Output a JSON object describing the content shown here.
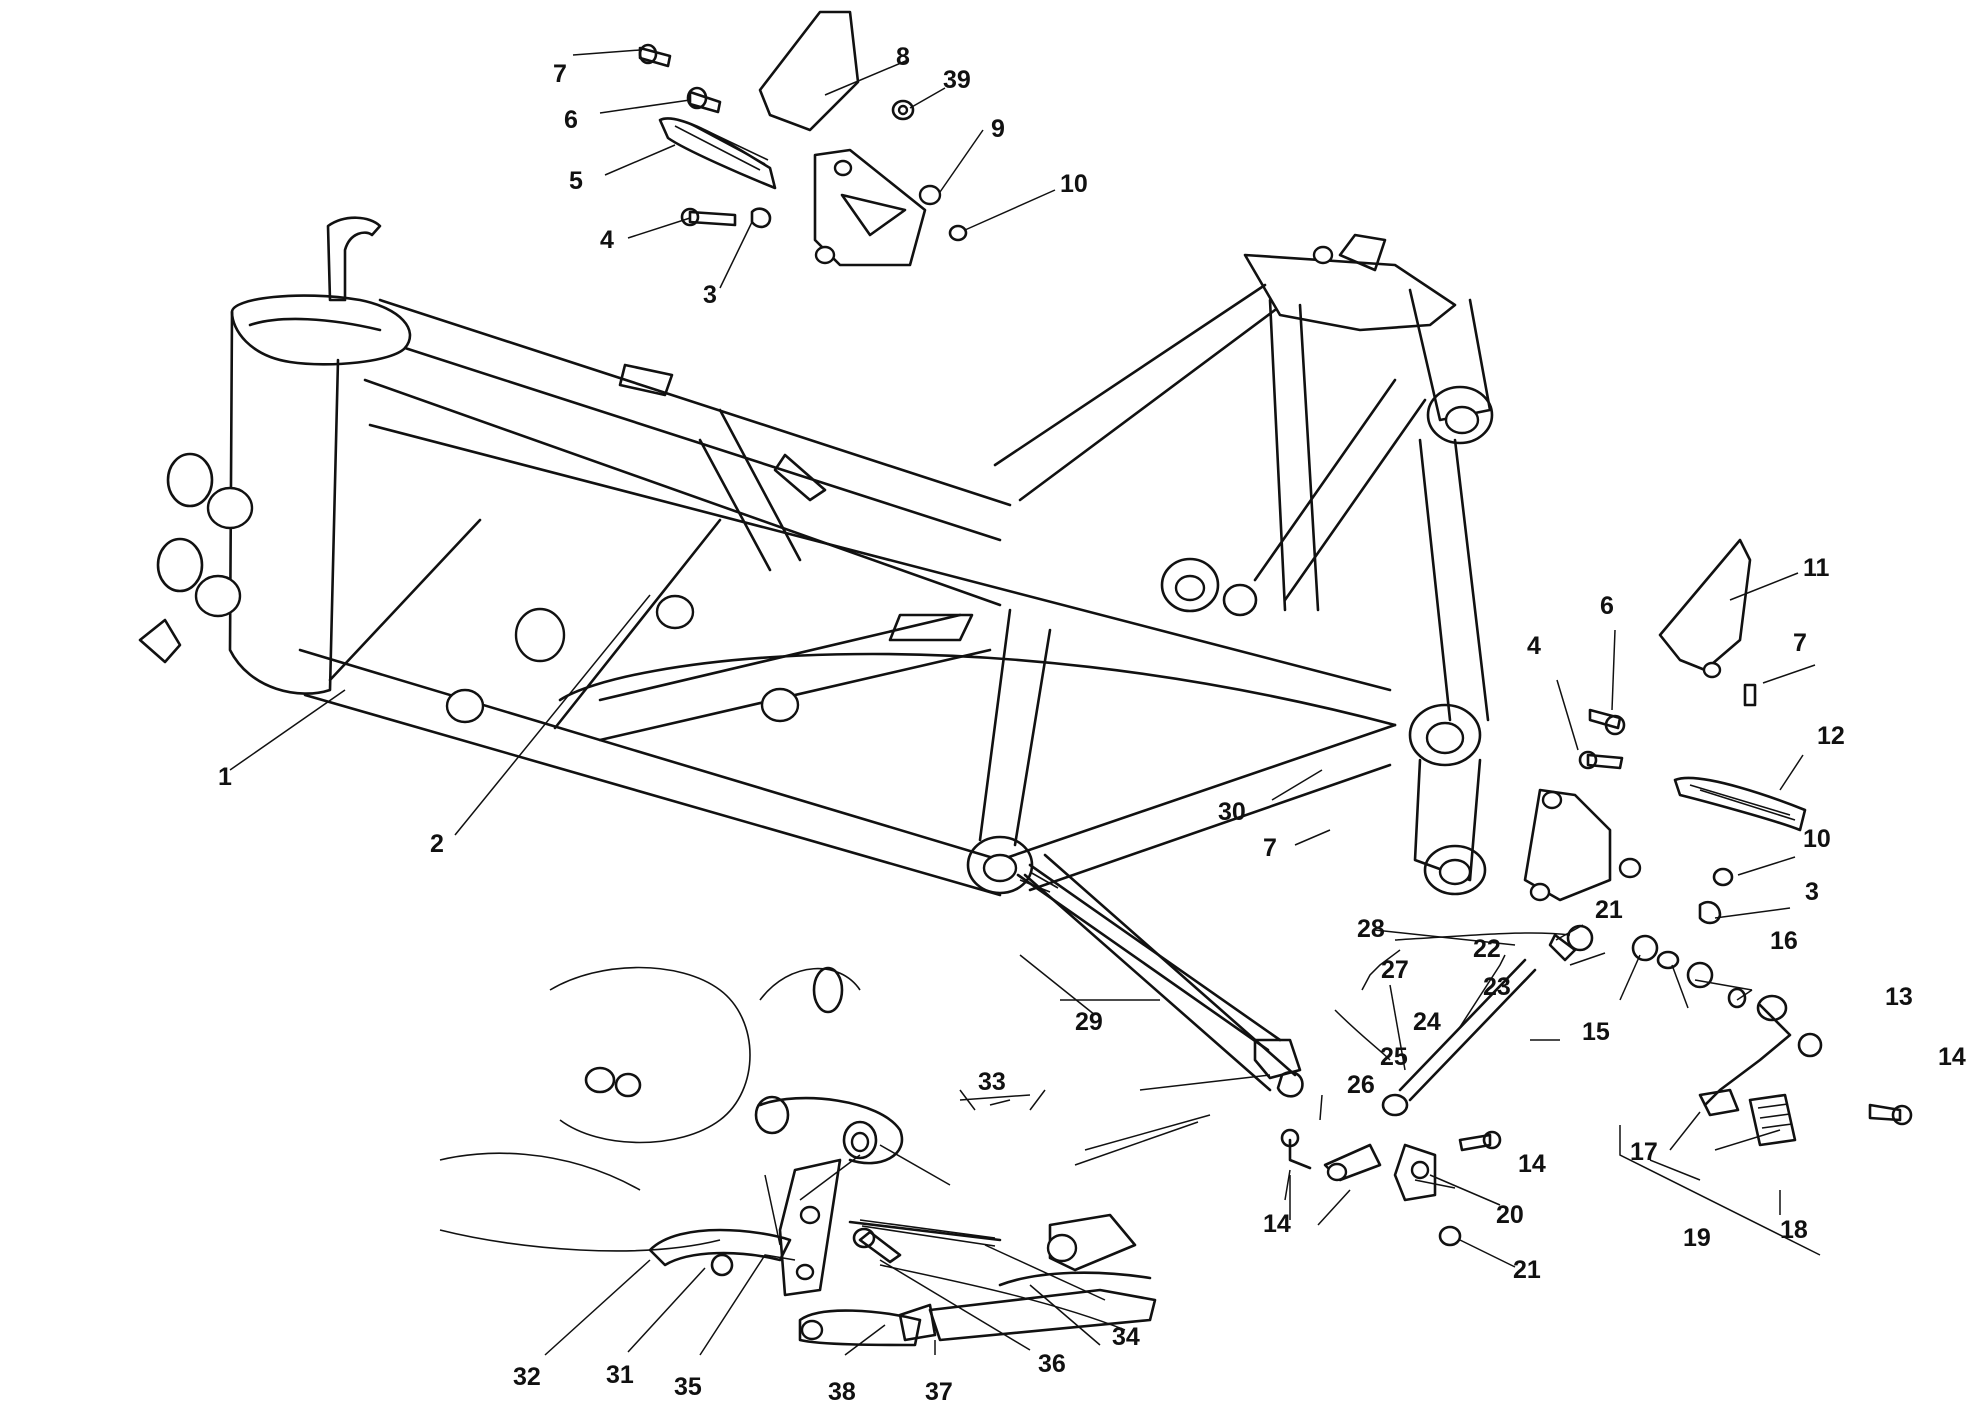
{
  "diagram": {
    "callouts": [
      {
        "id": "1-left",
        "label": "1"
      },
      {
        "id": "2",
        "label": "2"
      },
      {
        "id": "3-top",
        "label": "3"
      },
      {
        "id": "4-top",
        "label": "4"
      },
      {
        "id": "5",
        "label": "5"
      },
      {
        "id": "6-top",
        "label": "6"
      },
      {
        "id": "7-top",
        "label": "7"
      },
      {
        "id": "8",
        "label": "8"
      },
      {
        "id": "39",
        "label": "39"
      },
      {
        "id": "9",
        "label": "9"
      },
      {
        "id": "10-top",
        "label": "10"
      },
      {
        "id": "11",
        "label": "11"
      },
      {
        "id": "7-right",
        "label": "7"
      },
      {
        "id": "6-right",
        "label": "6"
      },
      {
        "id": "4-right",
        "label": "4"
      },
      {
        "id": "12",
        "label": "12"
      },
      {
        "id": "10-right",
        "label": "10"
      },
      {
        "id": "3-right",
        "label": "3"
      },
      {
        "id": "30",
        "label": "30"
      },
      {
        "id": "7-mid",
        "label": "7"
      },
      {
        "id": "28",
        "label": "28"
      },
      {
        "id": "21-top",
        "label": "21"
      },
      {
        "id": "22",
        "label": "22"
      },
      {
        "id": "16",
        "label": "16"
      },
      {
        "id": "27",
        "label": "27"
      },
      {
        "id": "23",
        "label": "23"
      },
      {
        "id": "13",
        "label": "13"
      },
      {
        "id": "24",
        "label": "24"
      },
      {
        "id": "15",
        "label": "15"
      },
      {
        "id": "29",
        "label": "29"
      },
      {
        "id": "25",
        "label": "25"
      },
      {
        "id": "14-right",
        "label": "14"
      },
      {
        "id": "26",
        "label": "26"
      },
      {
        "id": "17",
        "label": "17"
      },
      {
        "id": "14-mid",
        "label": "14"
      },
      {
        "id": "20",
        "label": "20"
      },
      {
        "id": "14-left",
        "label": "14"
      },
      {
        "id": "21-bottom",
        "label": "21"
      },
      {
        "id": "19",
        "label": "19"
      },
      {
        "id": "18",
        "label": "18"
      },
      {
        "id": "33",
        "label": "33"
      },
      {
        "id": "34",
        "label": "34"
      },
      {
        "id": "32",
        "label": "32"
      },
      {
        "id": "31",
        "label": "31"
      },
      {
        "id": "35",
        "label": "35"
      },
      {
        "id": "36",
        "label": "36"
      },
      {
        "id": "38",
        "label": "38"
      },
      {
        "id": "37",
        "label": "37"
      }
    ]
  }
}
